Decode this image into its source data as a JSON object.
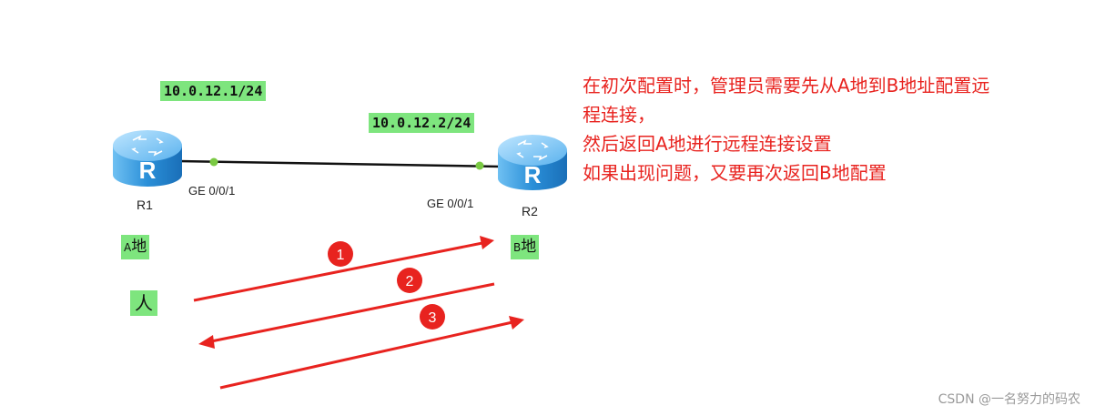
{
  "routers": [
    {
      "name": "R1",
      "ip": "10.0.12.1/24",
      "port": "GE 0/0/1",
      "place_letter": "A",
      "place_char": "地",
      "icon_letter": "R"
    },
    {
      "name": "R2",
      "ip": "10.0.12.2/24",
      "port": "GE 0/0/1",
      "place_letter": "B",
      "place_char": "地",
      "icon_letter": "R"
    }
  ],
  "person_label": "人",
  "steps": [
    "1",
    "2",
    "3"
  ],
  "note_lines": [
    "在初次配置时，管理员需要先从A地到B地址配置远",
    "程连接，",
    "然后返回A地进行远程连接设置",
    "如果出现问题，又要再次返回B地配置"
  ],
  "watermark": "CSDN @一名努力的码农",
  "colors": {
    "accent_red": "#e8231f",
    "label_green": "#7ee57e",
    "router_blue": "#3b9be0",
    "link_dot": "#7ac943"
  }
}
